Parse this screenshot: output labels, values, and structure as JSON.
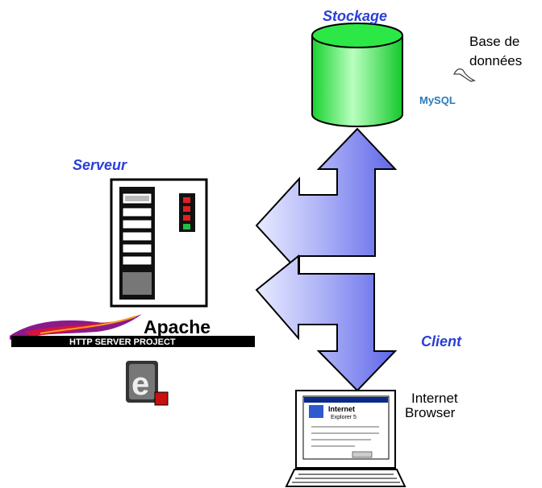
{
  "labels": {
    "stockage": "Stockage",
    "serveur": "Serveur",
    "client": "Client",
    "db_line1": "Base de",
    "db_line2": "données",
    "browser_line1": "Internet",
    "browser_line2": "Browser"
  },
  "logos": {
    "mysql_text": "MySQL",
    "apache_title": "Apache",
    "apache_sub": "HTTP SERVER PROJECT",
    "ie_title": "Internet",
    "ie_sub": "Explorer 5",
    "php_letter": "e"
  },
  "colors": {
    "title_blue": "#2a3fd6",
    "cylinder_green": "#1fe23a",
    "arrow_blue": "#7d85f0",
    "arrow_light": "#e6e8ff"
  }
}
